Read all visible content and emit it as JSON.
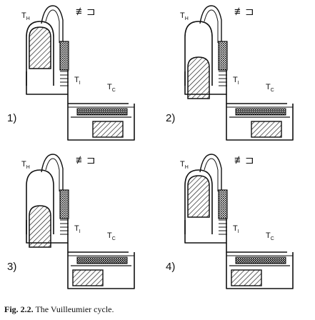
{
  "caption": {
    "fig_label": "Fig. 2.2.",
    "title": "The Vuilleumier cycle."
  },
  "heater_symbol": "≢⊐",
  "labels": {
    "hot": "T",
    "hot_sub": "H",
    "intermediate": "T",
    "intermediate_sub": "I",
    "cold": "T",
    "cold_sub": "C"
  },
  "panels": [
    {
      "number": "1)",
      "hot_displacer_position": "top",
      "cold_displacer_position": "right"
    },
    {
      "number": "2)",
      "hot_displacer_position": "bottom",
      "cold_displacer_position": "right"
    },
    {
      "number": "3)",
      "hot_displacer_position": "bottom",
      "cold_displacer_position": "left"
    },
    {
      "number": "4)",
      "hot_displacer_position": "top",
      "cold_displacer_position": "left"
    }
  ]
}
